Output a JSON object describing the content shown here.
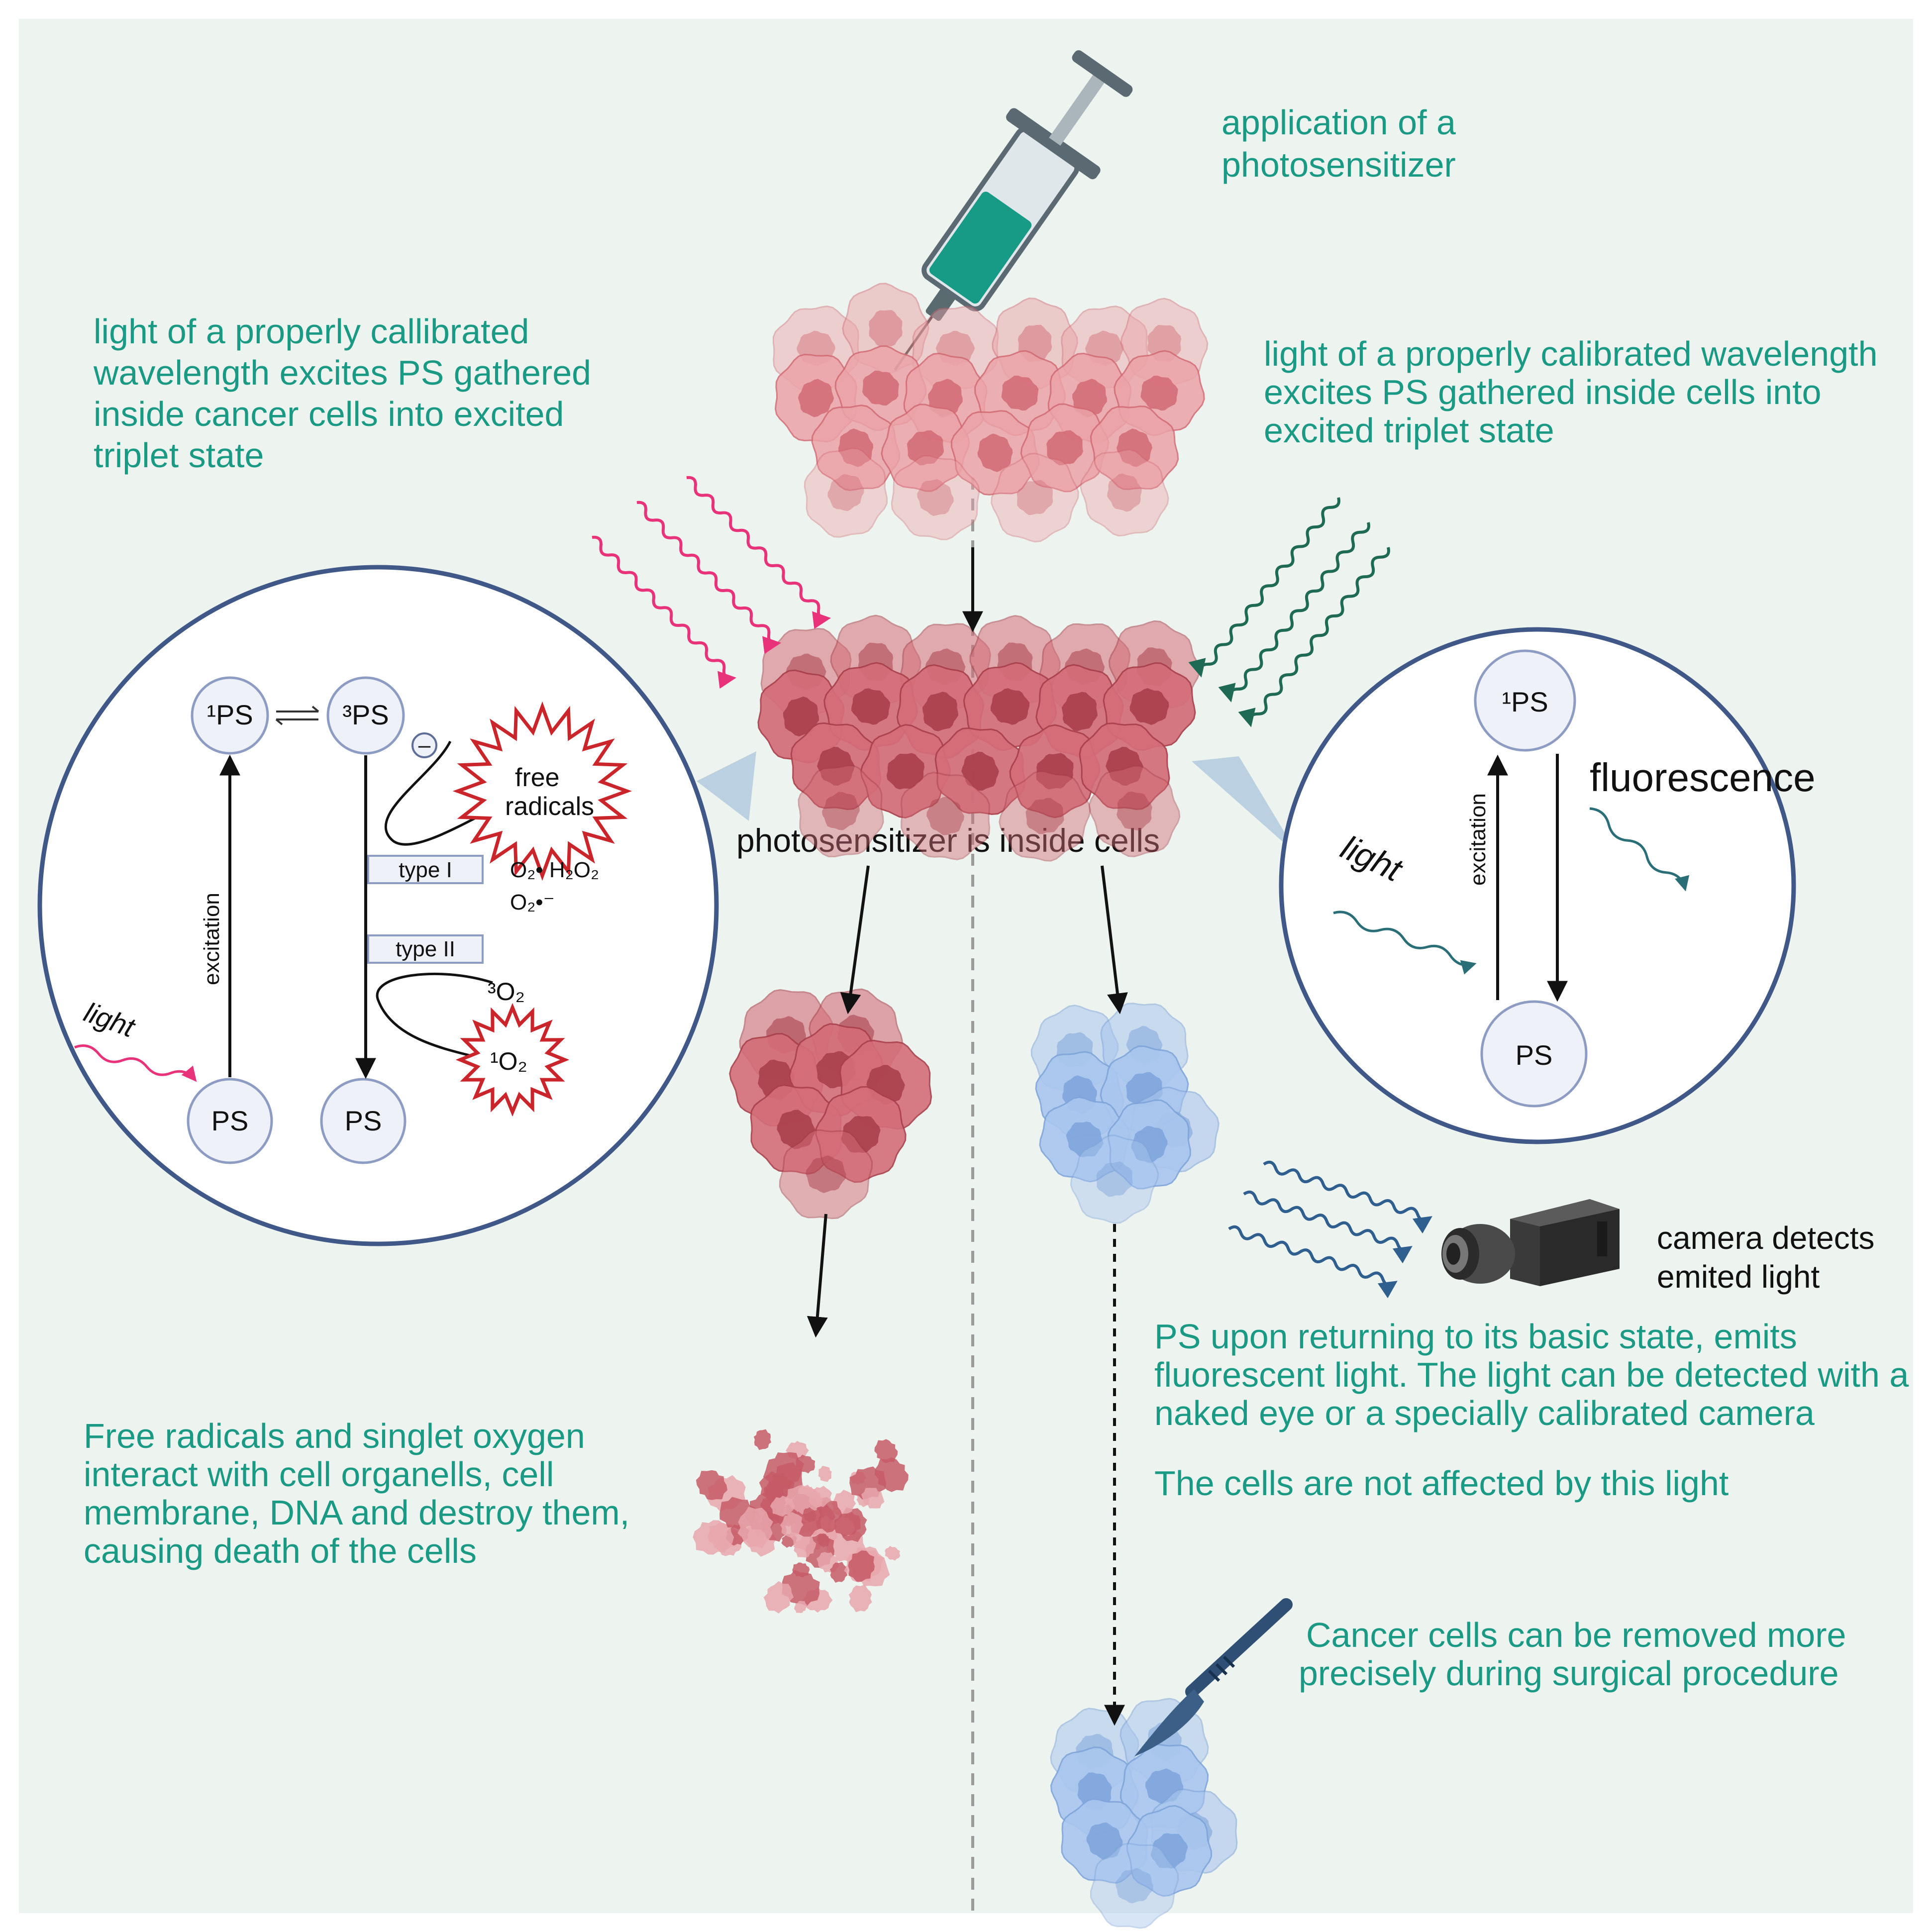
{
  "top_label": [
    "application of a",
    "photosensitizer"
  ],
  "left_light_text": [
    "light of a properly callibrated",
    "wavelength excites PS gathered",
    "inside cancer cells into excited",
    "triplet state"
  ],
  "right_light_text": [
    "light of a properly calibrated wavelength",
    "excites PS gathered inside cells into",
    "excited triplet state"
  ],
  "center_label": "photosensitizer is inside cells",
  "left_bottom_text": [
    "Free radicals and singlet oxygen",
    "interact with cell organells, cell",
    "membrane, DNA and destroy them,",
    "causing death of the cells"
  ],
  "right_mid_text": [
    "PS upon returning to its basic state, emits",
    "fluorescent light. The light can be detected with a",
    "naked eye or a specially calibrated camera"
  ],
  "right_mid_text2": "The cells are not affected by this light",
  "camera_text": [
    "camera detects",
    "emited light"
  ],
  "surgery_text": [
    "Cancer cells can be removed more",
    "precisely during surgical procedure"
  ],
  "left_circle": {
    "ps_singlet": "¹PS",
    "ps_triplet": "³PS",
    "ps_ground_left": "PS",
    "ps_ground_right": "PS",
    "excitation": "excitation",
    "light": "light",
    "electron": "–",
    "free_radicals": [
      "free",
      "radicals"
    ],
    "type1": "type I",
    "type2": "type II",
    "ros_line1": "O₂• H₂O₂",
    "ros_line2": "O₂•⁻",
    "triplet_oxygen": "³O₂",
    "singlet_oxygen": "¹O₂"
  },
  "right_circle": {
    "ps_singlet": "¹PS",
    "ps_ground": "PS",
    "excitation": "excitation",
    "light": "light",
    "fluorescence": "fluorescence"
  },
  "colors": {
    "background": "#edf3ee",
    "teal_text": "#1a9a85",
    "pink_light": "#e8337a",
    "green_light": "#1f6a55",
    "circle_border": "#3f5888",
    "cancer_cell": "#d66f79",
    "healthy_cell": "#9bbde9"
  }
}
